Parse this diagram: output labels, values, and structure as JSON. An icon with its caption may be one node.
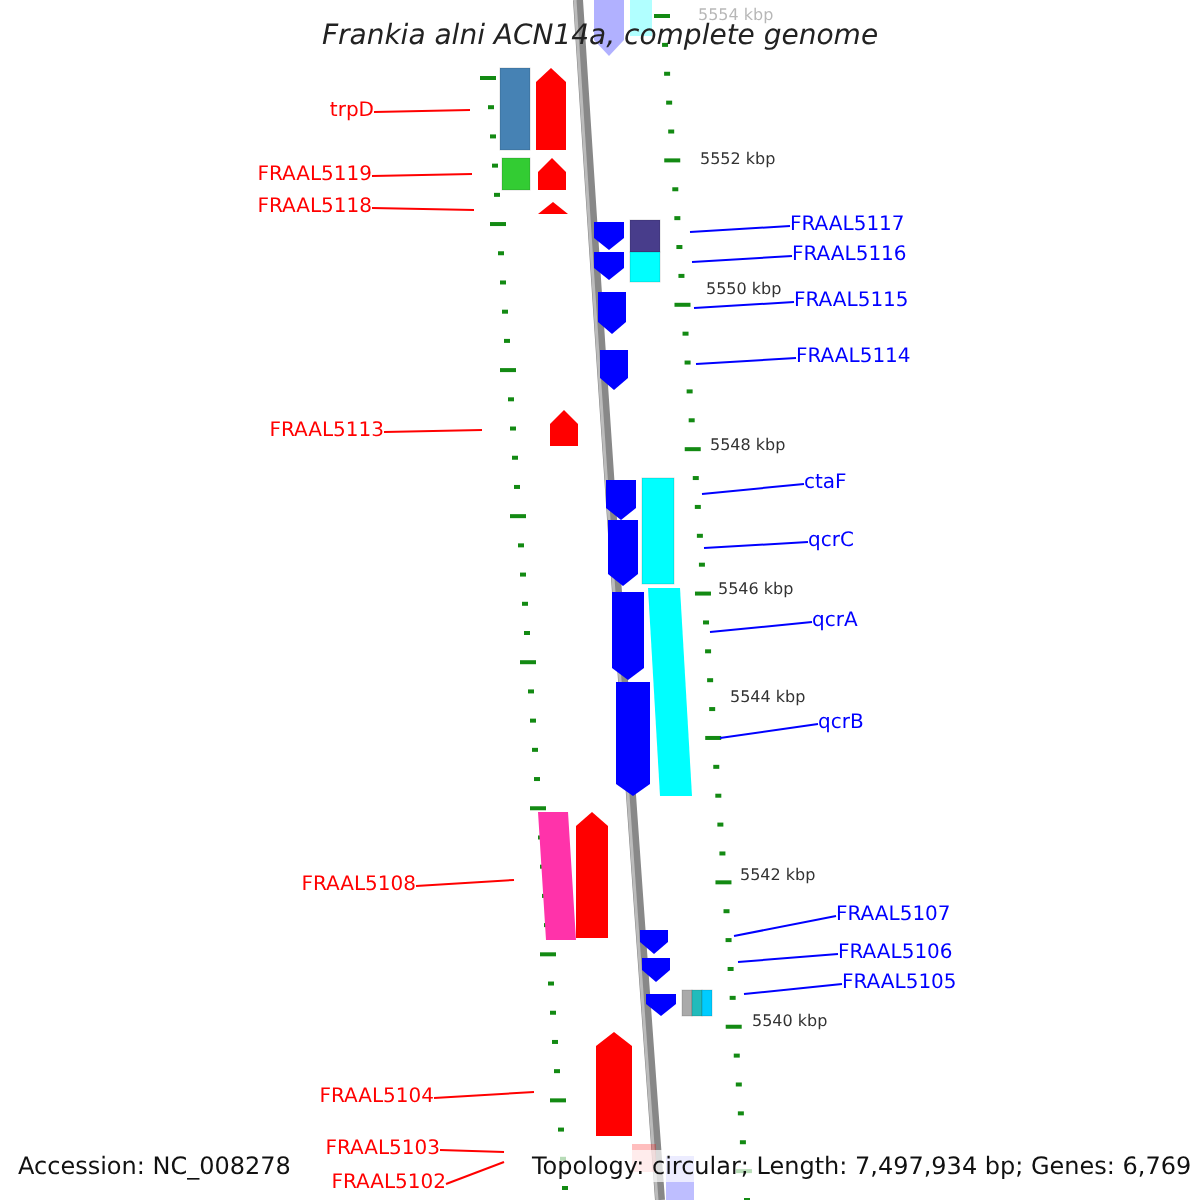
{
  "diagram": {
    "title": "Frankia alni ACN14a, complete genome",
    "nodes": [
      {
        "text": [
          "trpD"
        ]
      },
      {
        "text": [
          "FRAAL5119"
        ]
      },
      {
        "text": [
          "FRAAL5118"
        ]
      },
      {
        "text": [
          "FRAAL5117"
        ]
      },
      {
        "text": [
          "FRAAL5116"
        ]
      },
      {
        "text": [
          "FRAAL5115"
        ]
      },
      {
        "text": [
          "FRAAL5114"
        ]
      },
      {
        "text": [
          "FRAAL5113"
        ]
      },
      {
        "text": [
          "ctaF"
        ]
      },
      {
        "text": [
          "qcrC"
        ]
      },
      {
        "text": [
          "qcrA"
        ]
      },
      {
        "text": [
          "qcrB"
        ]
      },
      {
        "text": [
          "FRAAL5108"
        ]
      },
      {
        "text": [
          "FRAAL5107"
        ]
      },
      {
        "text": [
          "FRAAL5106"
        ]
      },
      {
        "text": [
          "FRAAL5105"
        ]
      },
      {
        "text": [
          "FRAAL5104"
        ]
      },
      {
        "text": [
          "FRAAL5103"
        ]
      },
      {
        "text": [
          "FRAAL5102"
        ]
      }
    ],
    "edges": [
      {
        "from": 0,
        "to": null,
        "arrow": "none",
        "color": "#ff0000"
      },
      {
        "from": 1,
        "to": null,
        "arrow": "none",
        "color": "#ff0000"
      },
      {
        "from": 2,
        "to": null,
        "arrow": "none",
        "color": "#ff0000"
      },
      {
        "from": 3,
        "to": null,
        "arrow": "none"
      },
      {
        "from": 4,
        "to": null,
        "arrow": "none"
      },
      {
        "from": 5,
        "to": null,
        "arrow": "none"
      },
      {
        "from": 6,
        "to": null,
        "arrow": "none"
      },
      {
        "from": 7,
        "to": null,
        "arrow": "none",
        "color": "#ff0000"
      },
      {
        "from": 8,
        "to": null,
        "arrow": "none"
      },
      {
        "from": 9,
        "to": null,
        "arrow": "none"
      },
      {
        "from": 10,
        "to": null,
        "arrow": "none"
      },
      {
        "from": 11,
        "to": null,
        "arrow": "none"
      },
      {
        "from": 12,
        "to": null,
        "arrow": "none",
        "color": "#ff0000"
      },
      {
        "from": 13,
        "to": null,
        "arrow": "none"
      },
      {
        "from": 14,
        "to": null,
        "arrow": "none"
      },
      {
        "from": 15,
        "to": null,
        "arrow": "none"
      },
      {
        "from": 16,
        "to": null,
        "arrow": "none",
        "color": "#ff0000"
      },
      {
        "from": 17,
        "to": null,
        "arrow": "none",
        "color": "#ff0000"
      },
      {
        "from": 18,
        "to": null,
        "arrow": "none",
        "color": "#ff0000"
      }
    ],
    "labels": [
      "5554 kbp",
      "5552 kbp",
      "5550 kbp",
      "5548 kbp",
      "5546 kbp",
      "5544 kbp",
      "5542 kbp",
      "5540 kbp",
      "Accession: NC_008278",
      "Topology: circular; Length: 7,497,934 bp; Genes: 6,769"
    ]
  }
}
